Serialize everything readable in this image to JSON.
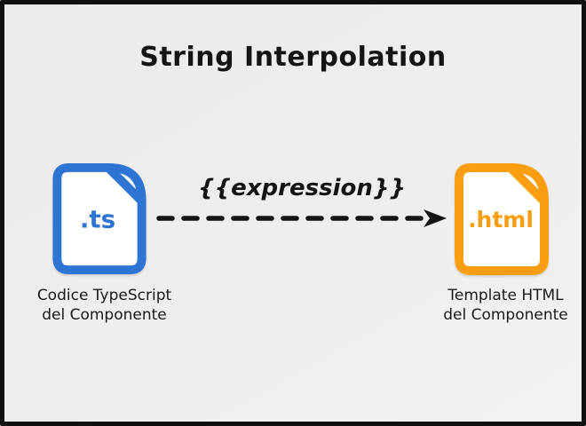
{
  "title": "String Interpolation",
  "colors": {
    "ts_blue": "#2e74d2",
    "html_orange": "#f89e10",
    "arrow_black": "#141414",
    "background": "#ededed",
    "border": "#101010"
  },
  "arrow": {
    "label": "{{expression}}"
  },
  "nodes": {
    "ts": {
      "icon": "file-document-icon",
      "file_label": ".ts",
      "caption_line1": "Codice TypeScript",
      "caption_line2": "del Componente"
    },
    "html": {
      "icon": "file-document-icon",
      "file_label": ".html",
      "caption_line1": "Template HTML",
      "caption_line2": "del Componente"
    }
  }
}
